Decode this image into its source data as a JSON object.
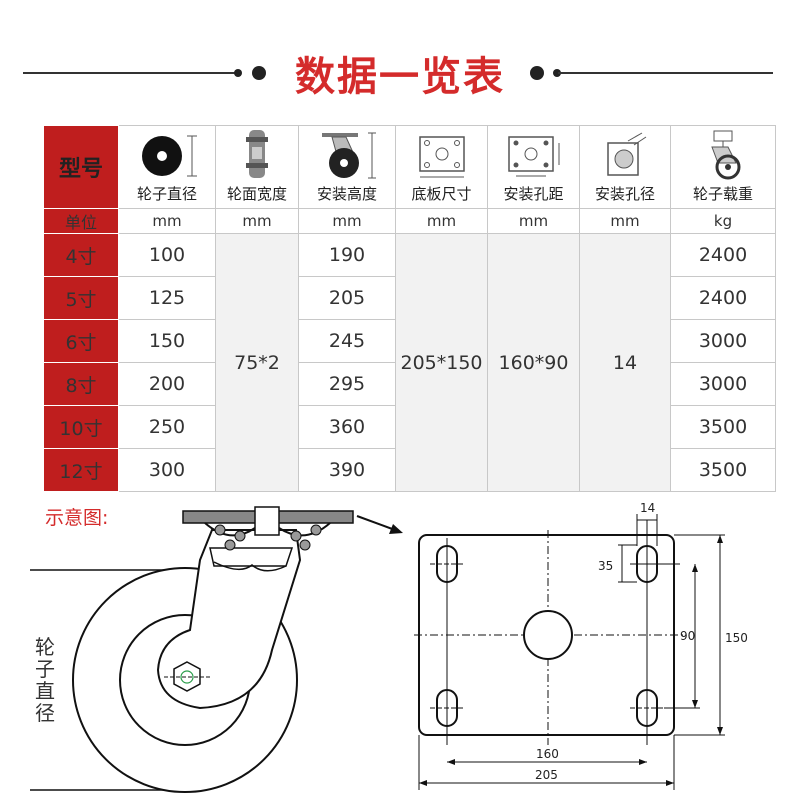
{
  "header": {
    "title": "数据一览表"
  },
  "table": {
    "corner_label": "型号",
    "unit_label": "单位",
    "columns": [
      {
        "label": "轮子直径",
        "unit": "mm",
        "icon": "wheel-diameter-icon"
      },
      {
        "label": "轮面宽度",
        "unit": "mm",
        "icon": "tread-width-icon"
      },
      {
        "label": "安装高度",
        "unit": "mm",
        "icon": "mounting-height-icon"
      },
      {
        "label": "底板尺寸",
        "unit": "mm",
        "icon": "plate-size-icon"
      },
      {
        "label": "安装孔距",
        "unit": "mm",
        "icon": "hole-spacing-icon"
      },
      {
        "label": "安装孔径",
        "unit": "mm",
        "icon": "hole-diameter-icon"
      },
      {
        "label": "轮子载重",
        "unit": "kg",
        "icon": "load-capacity-icon"
      }
    ],
    "rows": [
      {
        "model": "4寸",
        "diameter": "100",
        "height": "190",
        "load": "2400"
      },
      {
        "model": "5寸",
        "diameter": "125",
        "height": "205",
        "load": "2400"
      },
      {
        "model": "6寸",
        "diameter": "150",
        "height": "245",
        "load": "3000"
      },
      {
        "model": "8寸",
        "diameter": "200",
        "height": "295",
        "load": "3000"
      },
      {
        "model": "10寸",
        "diameter": "250",
        "height": "360",
        "load": "3500"
      },
      {
        "model": "12寸",
        "diameter": "300",
        "height": "390",
        "load": "3500"
      }
    ],
    "shared": {
      "width": "75*2",
      "plate": "205*150",
      "spacing": "160*90",
      "hole": "14"
    }
  },
  "diagram": {
    "caption": "示意图:",
    "side_label": "轮子直径",
    "dims": {
      "hole_dia": "14",
      "hole_offset": "35",
      "spacing_y": "90",
      "plate_h": "150",
      "spacing_x": "160",
      "plate_w": "205"
    }
  }
}
